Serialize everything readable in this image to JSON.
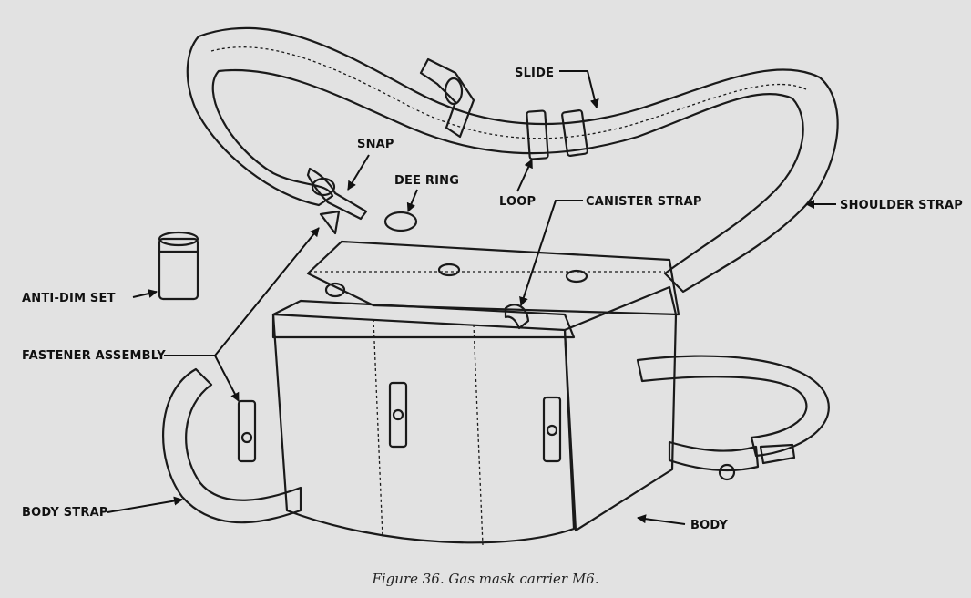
{
  "figure": {
    "caption": "Figure 36. Gas mask carrier M6.",
    "labels": {
      "slide": "SLIDE",
      "snap": "SNAP",
      "dee_ring": "DEE RING",
      "loop": "LOOP",
      "canister_strap": "CANISTER STRAP",
      "shoulder_strap": "SHOULDER STRAP",
      "anti_dim_set": "ANTI-DIM SET",
      "fastener_assembly": "FASTENER ASSEMBLY",
      "body_strap": "BODY STRAP",
      "body": "BODY"
    }
  }
}
